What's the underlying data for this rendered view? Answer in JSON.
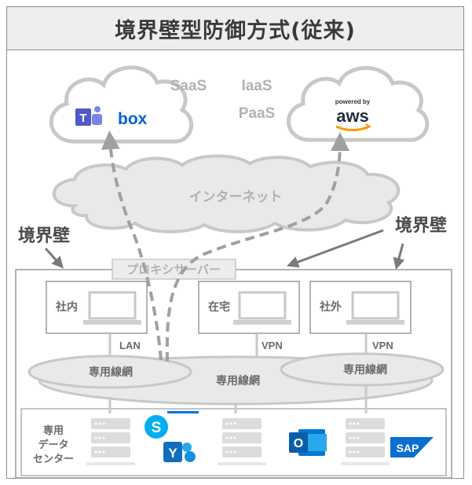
{
  "title": "境界壁型防御方式(従来)",
  "cloud_services": {
    "saas": "SaaS",
    "iaas": "IaaS",
    "paas": "PaaS",
    "teams_icon": "teams-icon",
    "box_label": "box",
    "aws_powered": "powered by",
    "aws_label": "aws"
  },
  "internet_label": "インターネット",
  "boundary_wall_left": "境界壁",
  "boundary_wall_right": "境界壁",
  "proxy_label": "プロキシサーバー",
  "sites": [
    {
      "label": "社内",
      "link": "LAN"
    },
    {
      "label": "在宅",
      "link": "VPN"
    },
    {
      "label": "社外",
      "link": "VPN"
    }
  ],
  "dedicated_networks": [
    "専用線網",
    "専用線網",
    "専用線網"
  ],
  "datacenter_label_lines": [
    "専用",
    "データ",
    "センター"
  ],
  "apps": {
    "skype_yammer": "skype-yammer-icon",
    "outlook": "outlook-icon",
    "sap_label": "SAP"
  },
  "colors": {
    "frame": "#8c8c8c",
    "cloud_stroke": "#c8c8c8",
    "cloud_fill": "#e9e9e9",
    "accent_blue": "#0078d4",
    "teams_purple": "#5059c9",
    "aws_orange": "#ff9900",
    "sap_blue": "#0a6ed1"
  }
}
